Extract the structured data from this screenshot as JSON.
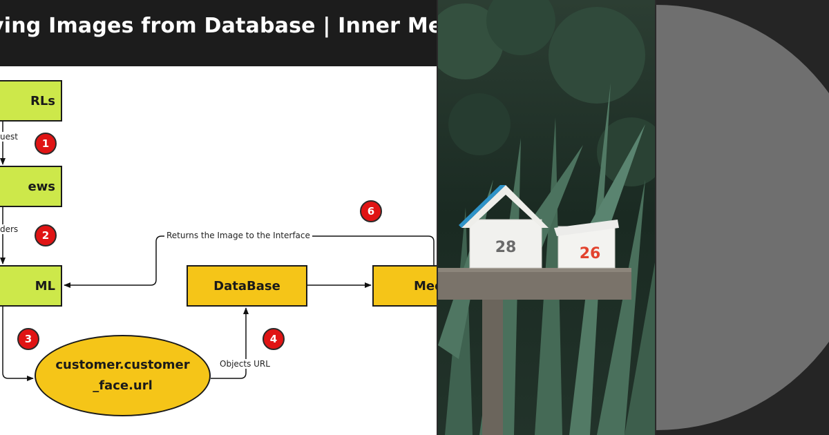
{
  "header": {
    "title": "ving Images from Database | Inner Med"
  },
  "nodes": {
    "urls": "RLs",
    "views": "ews",
    "html": "ML",
    "database": "DataBase",
    "media": "Med",
    "ellipse": "customer.customer_face.url"
  },
  "edges": {
    "request": "uest",
    "renders": "ders",
    "returns": "Returns the Image to the Interface",
    "objects_url": "Objects URL"
  },
  "badges": {
    "b1": "1",
    "b2": "2",
    "b3": "3",
    "b4": "4",
    "b6": "6"
  },
  "photo": {
    "mailbox_left_number": "28",
    "mailbox_right_number": "26"
  },
  "colors": {
    "node_green": "#cde84a",
    "node_yellow": "#f5c518",
    "badge_red": "#e01414",
    "title_bar": "#1c1c1c"
  }
}
